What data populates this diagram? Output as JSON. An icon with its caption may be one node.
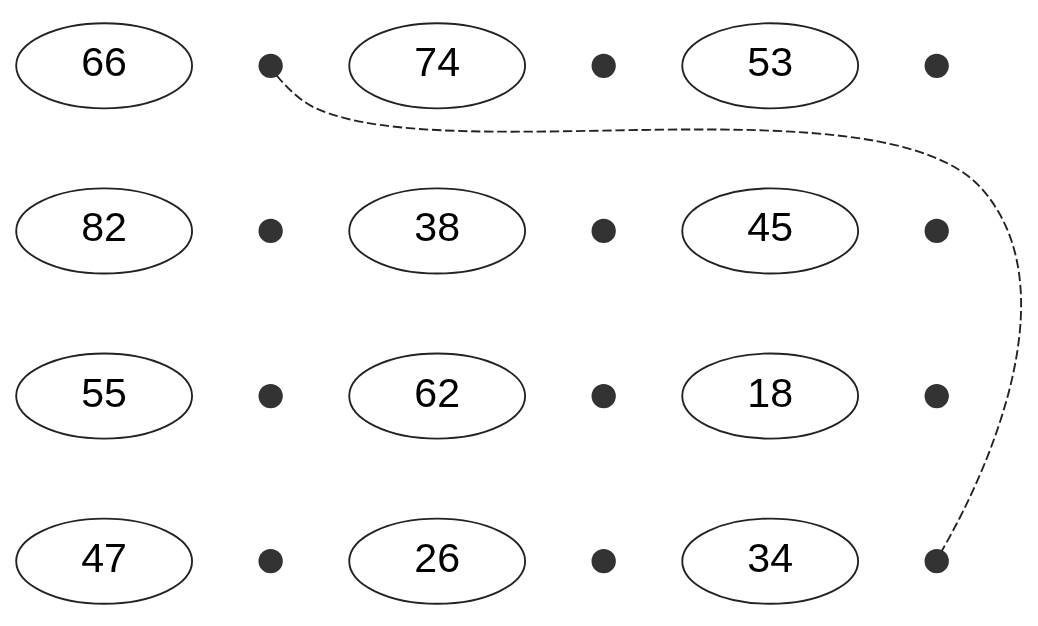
{
  "diagram": {
    "nodes": [
      {
        "text": [
          "66"
        ]
      },
      {
        "text": [
          "74"
        ]
      },
      {
        "text": [
          "53"
        ]
      },
      {
        "text": [
          "82"
        ]
      },
      {
        "text": [
          "38"
        ]
      },
      {
        "text": [
          "45"
        ]
      },
      {
        "text": [
          "55"
        ]
      },
      {
        "text": [
          "62"
        ]
      },
      {
        "text": [
          "18"
        ]
      },
      {
        "text": [
          "47"
        ]
      },
      {
        "text": [
          "26"
        ]
      },
      {
        "text": [
          "34"
        ]
      },
      {
        "text": [],
        "shape": "dot"
      },
      {
        "text": [],
        "shape": "dot"
      },
      {
        "text": [],
        "shape": "dot"
      },
      {
        "text": [],
        "shape": "dot"
      },
      {
        "text": [],
        "shape": "dot"
      },
      {
        "text": [],
        "shape": "dot"
      },
      {
        "text": [],
        "shape": "dot"
      },
      {
        "text": [],
        "shape": "dot"
      },
      {
        "text": [],
        "shape": "dot"
      },
      {
        "text": [],
        "shape": "dot"
      },
      {
        "text": [],
        "shape": "dot"
      },
      {
        "text": [],
        "shape": "dot"
      }
    ],
    "edges": [
      {
        "from": 12,
        "to": 23,
        "arrow": "none",
        "style": "dashed"
      }
    ]
  }
}
